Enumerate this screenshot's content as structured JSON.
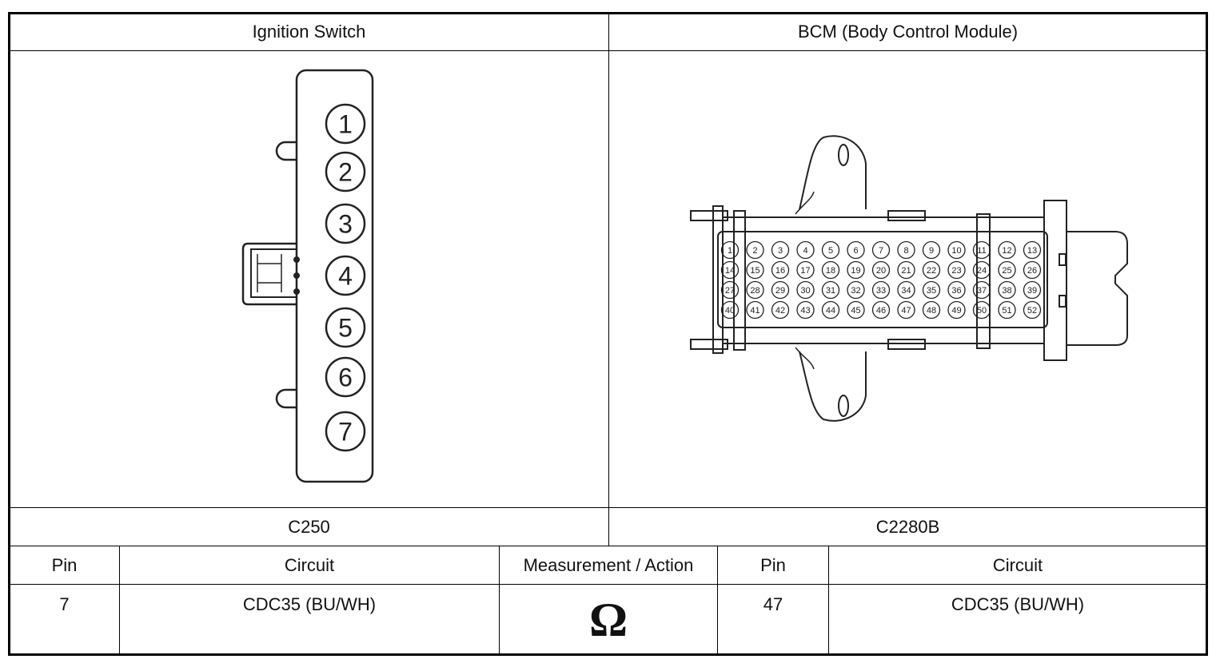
{
  "left_connector": {
    "title": "Ignition Switch",
    "connector_id": "C250",
    "pins": [
      "1",
      "2",
      "3",
      "4",
      "5",
      "6",
      "7"
    ]
  },
  "right_connector": {
    "title": "BCM (Body Control Module)",
    "connector_id": "C2280B",
    "pin_rows": [
      [
        "1",
        "2",
        "3",
        "4",
        "5",
        "6",
        "7",
        "8",
        "9",
        "10",
        "11",
        "12",
        "13"
      ],
      [
        "14",
        "15",
        "16",
        "17",
        "18",
        "19",
        "20",
        "21",
        "22",
        "23",
        "24",
        "25",
        "26"
      ],
      [
        "27",
        "28",
        "29",
        "30",
        "31",
        "32",
        "33",
        "34",
        "35",
        "36",
        "37",
        "38",
        "39"
      ],
      [
        "40",
        "41",
        "42",
        "43",
        "44",
        "45",
        "46",
        "47",
        "48",
        "49",
        "50",
        "51",
        "52"
      ]
    ]
  },
  "table": {
    "headers": {
      "pin_a": "Pin",
      "circuit_a": "Circuit",
      "measurement": "Measurement / Action",
      "pin_b": "Pin",
      "circuit_b": "Circuit"
    },
    "row": {
      "pin_a": "7",
      "circuit_a": "CDC35 (BU/WH)",
      "measurement_symbol": "Ω",
      "pin_b": "47",
      "circuit_b": "CDC35 (BU/WH)"
    }
  }
}
